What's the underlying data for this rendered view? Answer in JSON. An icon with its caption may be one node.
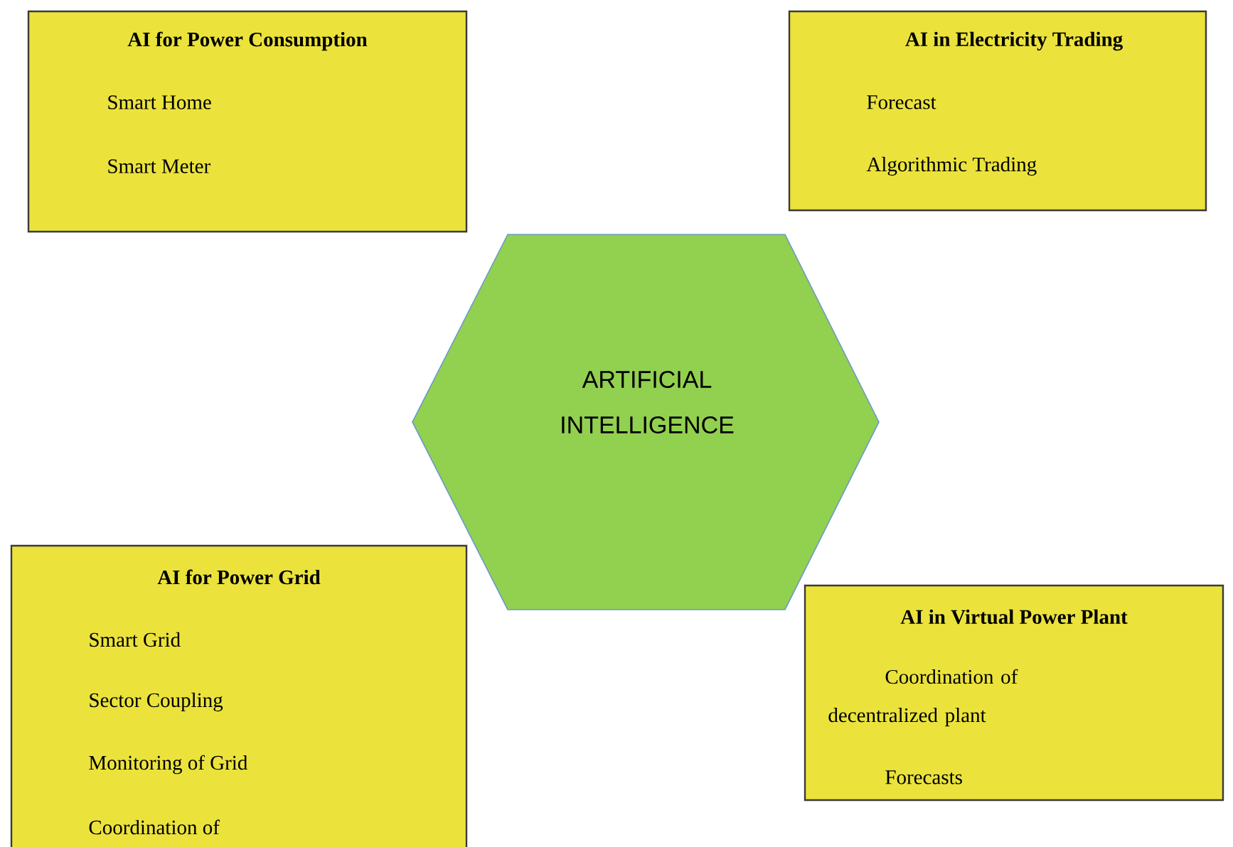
{
  "diagram": {
    "nodes": [
      {
        "text": [
          "AI for Power Consumption",
          "Smart Home",
          "Smart Meter"
        ]
      },
      {
        "text": [
          "AI in Electricity Trading",
          "Forecast",
          "Algorithmic Trading"
        ]
      },
      {
        "text": [
          "ARTIFICIAL INTELLIGENCE"
        ]
      },
      {
        "text": [
          "AI for Power Grid",
          "Smart Grid",
          "Sector Coupling",
          "Monitoring of Grid",
          "Coordination of"
        ]
      },
      {
        "text": [
          "AI in Virtual Power Plant",
          "Coordination of decentralized plant",
          "Forecasts"
        ]
      }
    ]
  }
}
